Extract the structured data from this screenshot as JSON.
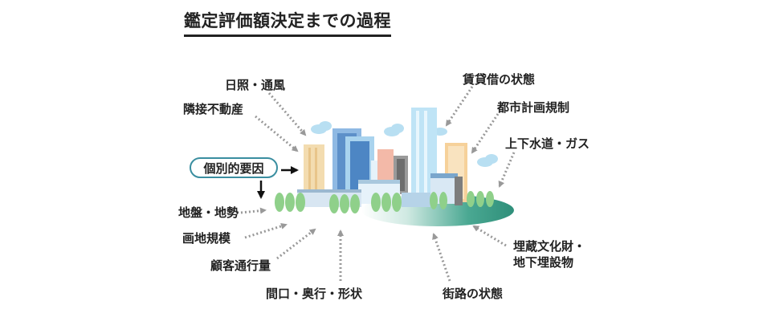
{
  "title": "鑑定評価額決定までの過程",
  "center_label": "個別的要因",
  "labels": {
    "sunlight": "日照・通風",
    "adjacent": "隣接不動産",
    "terrain": "地盤・地勢",
    "size": "画地規模",
    "customers": "顧客通行量",
    "frontage": "間口・奥行・形状",
    "lease": "賃貸借の状態",
    "urban_planning": "都市計画規制",
    "utilities": "上下水道・ガス",
    "buried_1": "埋蔵文化財・",
    "buried_2": "地下埋設物",
    "street": "街路の状態"
  },
  "colors": {
    "arrow": "#999999",
    "pill_border": "#3a8ea0",
    "ground": "#3c9a86",
    "tree": "#8fd08a",
    "sky_building": "#a8d8f0"
  }
}
